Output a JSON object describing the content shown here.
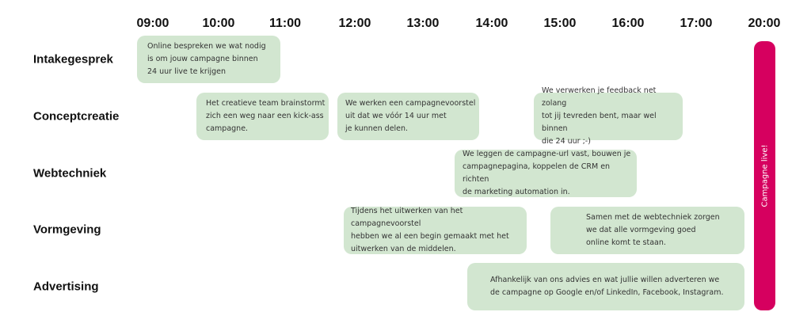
{
  "hours": [
    "09:00",
    "10:00",
    "11:00",
    "12:00",
    "13:00",
    "14:00",
    "15:00",
    "16:00",
    "17:00",
    "20:00"
  ],
  "rows": [
    "Intakegesprek",
    "Conceptcreatie",
    "Webtechniek",
    "Vormgeving",
    "Advertising"
  ],
  "tasks": [
    {
      "row": "Intakegesprek",
      "text": "Online bespreken we wat nodig\nis om jouw campagne binnen\n24 uur live te krijgen"
    },
    {
      "row": "Conceptcreatie",
      "text": "Het creatieve team brainstormt\nzich een weg naar een kick-ass\ncampagne."
    },
    {
      "row": "Conceptcreatie",
      "text": "We werken een campagnevoorstel\nuit dat we vóór 14 uur met\nje kunnen delen."
    },
    {
      "row": "Conceptcreatie",
      "text": "We verwerken je feedback net zolang\ntot jij tevreden bent, maar wel binnen\ndie 24 uur ;-)"
    },
    {
      "row": "Webtechniek",
      "text": "We leggen de campagne-url vast, bouwen je\ncampagnepagina, koppelen de CRM en richten\nde marketing automation in."
    },
    {
      "row": "Vormgeving",
      "text": "Tijdens het uitwerken van het campagnevoorstel\nhebben we al een begin gemaakt met het\nuitwerken van de middelen."
    },
    {
      "row": "Vormgeving",
      "text": "Samen met de webtechniek zorgen\nwe dat alle vormgeving goed\nonline komt te staan."
    },
    {
      "row": "Advertising",
      "text": "Afhankelijk van ons advies en wat jullie willen adverteren we\nde campagne op Google en/of LinkedIn, Facebook, Instagram."
    }
  ],
  "milestone": {
    "label": "Campagne live!",
    "color": "#d6005f"
  },
  "colors": {
    "task": "#d2e6d0"
  }
}
